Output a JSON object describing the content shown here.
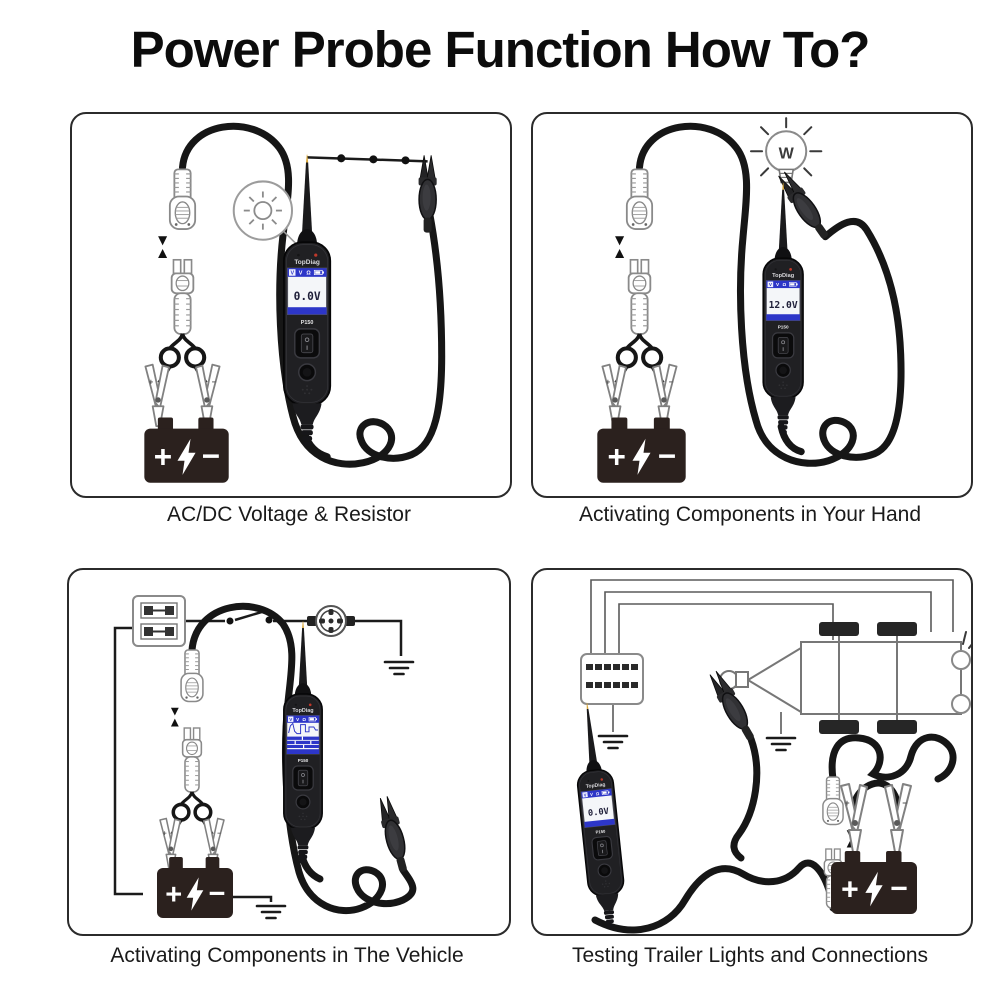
{
  "page": {
    "title": "Power Probe Function How To?"
  },
  "device": {
    "brand": "TopDiag",
    "model": "P150",
    "screen_icons": [
      "V",
      "V",
      "Ω"
    ],
    "screen_header_color": "#2d36c8",
    "tip_color": "#d9a73a"
  },
  "battery": {
    "plus": "+",
    "minus": "−"
  },
  "panels": [
    {
      "caption": "AC/DC Voltage & Resistor",
      "display_type": "value",
      "display_value": "0.0V"
    },
    {
      "caption": "Activating Components in Your Hand",
      "display_type": "value",
      "display_value": "12.0V",
      "bulb_label": "W"
    },
    {
      "caption": "Activating Components in The Vehicle",
      "display_type": "waveform",
      "display_value": ""
    },
    {
      "caption": "Testing Trailer Lights and Connections",
      "display_type": "value",
      "display_value": "0.0V"
    }
  ]
}
